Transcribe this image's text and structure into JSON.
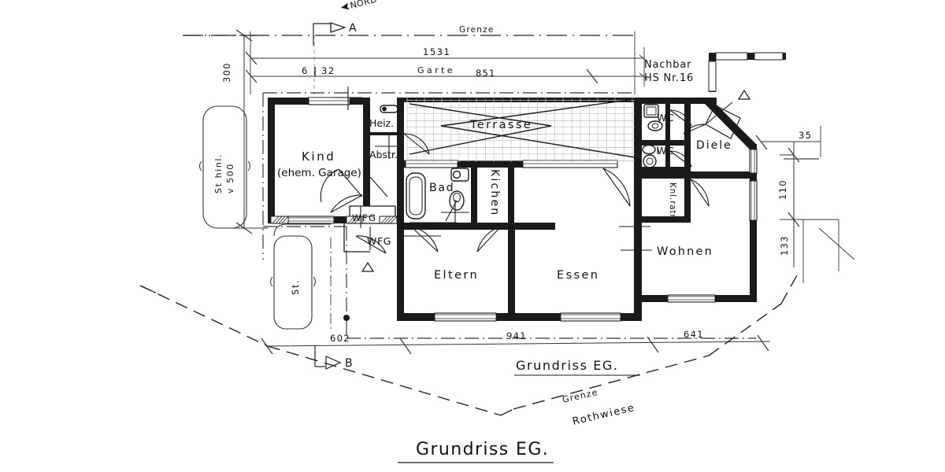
{
  "drawing": {
    "title": "Grundriss EG.",
    "subtitle": "Grundriss EG.",
    "north_label": "NORD",
    "section_marks": [
      {
        "id": "A",
        "label": "A"
      },
      {
        "id": "B",
        "label": "B"
      }
    ]
  },
  "site": {
    "boundary_top_label": "Grenze",
    "boundary_bottom_label_1": "Grenze",
    "boundary_bottom_label_2": "Rothwiese",
    "garden_label": "Garte",
    "neighbour_line_1": "Nachbar",
    "neighbour_line_2": "HS Nr.16",
    "parking_label": "St.",
    "setback_note_line_1": "St hinl.",
    "setback_note_line_2": "v 500"
  },
  "dimensions": {
    "top_total": "1531",
    "top_segment_a": "6",
    "top_segment_b": "32",
    "top_segment_c": "851",
    "left_vertical": "300",
    "right_top": "35",
    "right_mid": "110",
    "right_bottom": "133",
    "bottom_left": "602",
    "bottom_center": "941",
    "bottom_right": "641"
  },
  "rooms": [
    {
      "key": "kind",
      "label": "Kind",
      "sublabel": "(ehem. Garage)"
    },
    {
      "key": "heiz",
      "label": "Heiz.",
      "sublabel": ""
    },
    {
      "key": "abstr",
      "label": "Abstr.",
      "sublabel": ""
    },
    {
      "key": "terrasse",
      "label": "Terrasse",
      "sublabel": ""
    },
    {
      "key": "bad",
      "label": "Bad",
      "sublabel": ""
    },
    {
      "key": "kichen",
      "label": "Kichen",
      "sublabel": ""
    },
    {
      "key": "eltern",
      "label": "Eltern",
      "sublabel": ""
    },
    {
      "key": "essen",
      "label": "Essen",
      "sublabel": ""
    },
    {
      "key": "wohnen",
      "label": "Wohnen",
      "sublabel": ""
    },
    {
      "key": "diele",
      "label": "Diele",
      "sublabel": ""
    },
    {
      "key": "wc1",
      "label": "WC",
      "sublabel": ""
    },
    {
      "key": "wc2",
      "label": "WC",
      "sublabel": ""
    },
    {
      "key": "kammer",
      "label": "Knl.ratre",
      "sublabel": ""
    },
    {
      "key": "wfg1",
      "label": "WFG",
      "sublabel": ""
    },
    {
      "key": "wfg2",
      "label": "WFG",
      "sublabel": ""
    }
  ],
  "colors": {
    "wall": "#1a1a1a",
    "line": "#222222",
    "thin": "#555555",
    "paper": "#ffffff",
    "terrace_hatch": "#888888"
  }
}
